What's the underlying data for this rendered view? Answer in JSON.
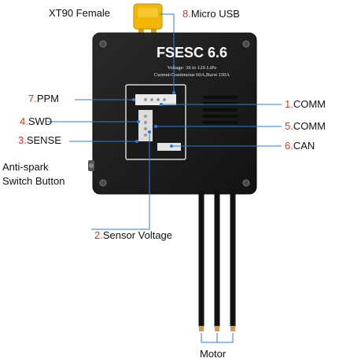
{
  "device": {
    "model": "FSESC 6.6",
    "voltage": "Voltage: 3S to 12S LiPo",
    "current": "Current:Continuous 60A,Burst 150A"
  },
  "labels": {
    "xt90": "XT90 Female",
    "usb": {
      "num": "8.",
      "text": "Micro USB"
    },
    "ppm": {
      "num": "7.",
      "text": "PPM"
    },
    "swd": {
      "num": "4.",
      "text": "SWD"
    },
    "sense": {
      "num": "3.",
      "text": "SENSE"
    },
    "comm1": {
      "num": "1.",
      "text": "COMM"
    },
    "comm5": {
      "num": "5.",
      "text": "COMM"
    },
    "can": {
      "num": "6.",
      "text": "CAN"
    },
    "antispark_1": "Anti-spark",
    "antispark_2": "Switch Button",
    "sensor": {
      "num": "2.",
      "text": "Sensor Voltage"
    },
    "motor": "Motor"
  },
  "colors": {
    "number_red": "#d9381e",
    "leader_blue": "#2a7fd4",
    "case_black": "#1c1c1c",
    "connector_yellow": "#f2b705"
  }
}
